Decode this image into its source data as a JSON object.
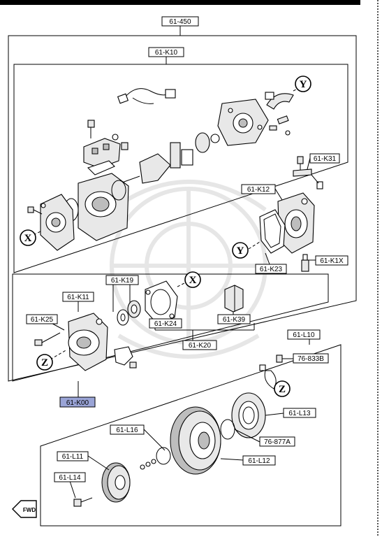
{
  "colors": {
    "highlight_fill": "#9aa4d6",
    "ink": "#000000",
    "watermark": "#e9e9e9"
  },
  "labels": {
    "assembly": "61-450",
    "k10": "61-K10",
    "k31": "61-K31",
    "k12": "61-K12",
    "k1x": "61-K1X",
    "k23": "61-K23",
    "k19": "61-K19",
    "k11": "61-K11",
    "k25": "61-K25",
    "k24": "61-K24",
    "k39": "61-K39",
    "k20": "61-K20",
    "l10": "61-L10",
    "p76833b": "76-833B",
    "k00": "61-K00",
    "l13": "61-L13",
    "l16": "61-L16",
    "p76877a": "76-877A",
    "l11": "61-L11",
    "l12": "61-L12",
    "l14": "61-L14"
  },
  "callouts": {
    "x": "X",
    "y": "Y",
    "z": "Z"
  },
  "fwd_label": "FWD"
}
